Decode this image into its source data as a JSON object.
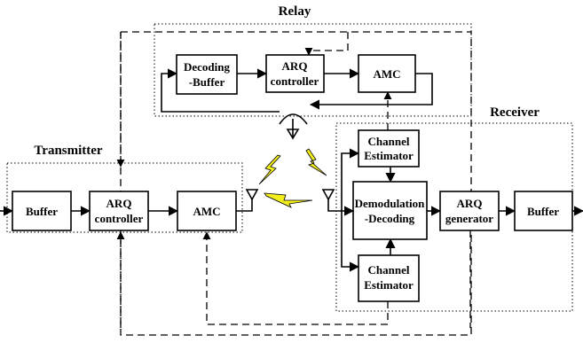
{
  "sections": {
    "relay": "Relay",
    "transmitter": "Transmitter",
    "receiver": "Receiver"
  },
  "blocks": {
    "relay_decoding_buffer": [
      "Decoding",
      "-Buffer"
    ],
    "relay_arq_controller": [
      "ARQ",
      "controller"
    ],
    "relay_amc": [
      "AMC"
    ],
    "tx_buffer": [
      "Buffer"
    ],
    "tx_arq_controller": [
      "ARQ",
      "controller"
    ],
    "tx_amc": [
      "AMC"
    ],
    "rx_channel_estimator_top": [
      "Channel",
      "Estimator"
    ],
    "rx_demodulation_decoding": [
      "Demodulation",
      "-Decoding"
    ],
    "rx_channel_estimator_bottom": [
      "Channel",
      "Estimator"
    ],
    "rx_arq_generator": [
      "ARQ",
      "generator"
    ],
    "rx_buffer": [
      "Buffer"
    ]
  },
  "colors": {
    "lightning": "#f2ee1c",
    "line": "#000000"
  }
}
